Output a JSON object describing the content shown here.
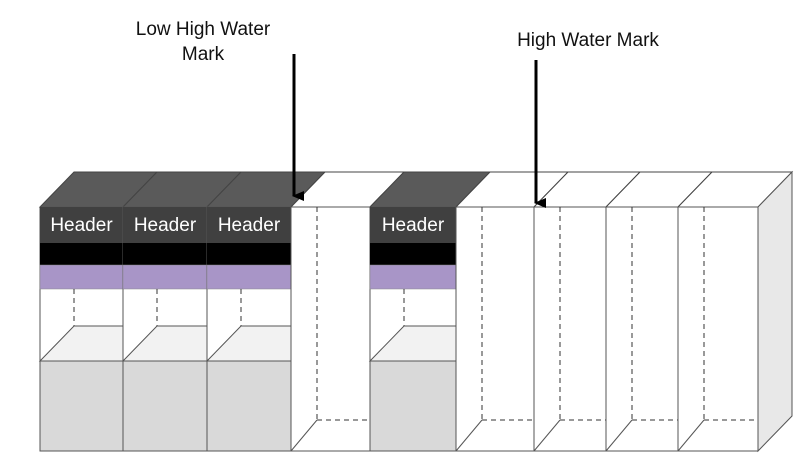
{
  "labels": {
    "low_high_water_mark_line1": "Low High Water",
    "low_high_water_mark_line2": "Mark",
    "high_water_mark": "High Water Mark"
  },
  "blocks": [
    {
      "state": "formatted",
      "header": "Header"
    },
    {
      "state": "formatted",
      "header": "Header"
    },
    {
      "state": "formatted",
      "header": "Header"
    },
    {
      "state": "unformatted"
    },
    {
      "state": "formatted",
      "header": "Header"
    },
    {
      "state": "unformatted"
    },
    {
      "state": "unformatted"
    },
    {
      "state": "unformatted"
    },
    {
      "state": "unformatted"
    }
  ],
  "colors": {
    "header_bg": "#404040",
    "top_face_formatted": "#5a5a5a",
    "black_band": "#000000",
    "purple_band": "#a895c7",
    "lower_fill": "#d9d9d9",
    "floor_fill": "#f2f2f2",
    "side_face": "#e8e8e8"
  }
}
